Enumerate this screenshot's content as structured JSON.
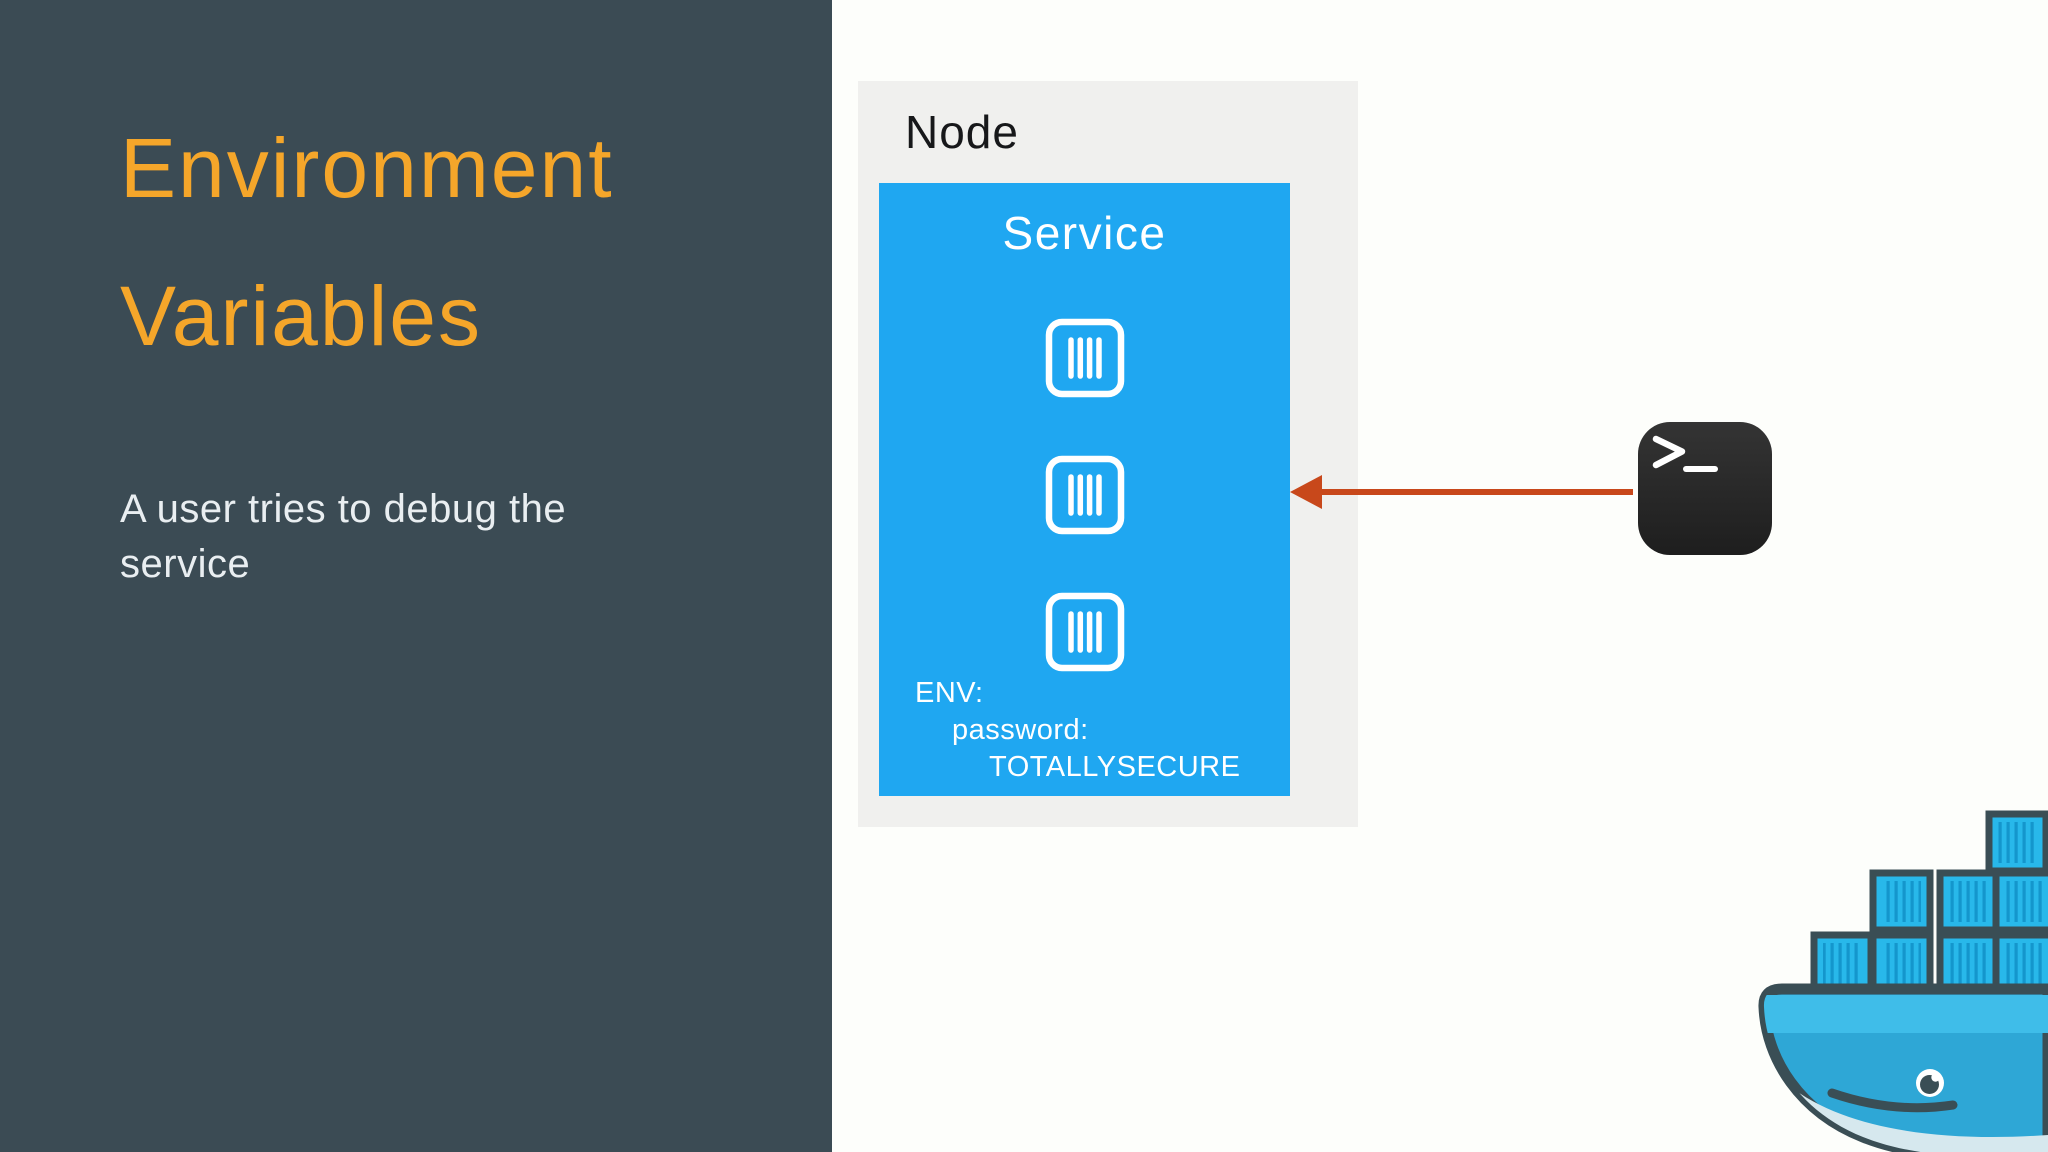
{
  "title": {
    "line1": "Environment",
    "line2": "Variables"
  },
  "subtitle": {
    "text": "A user tries to debug the service"
  },
  "diagram": {
    "node_label": "Node",
    "service_label": "Service",
    "container_count": 3,
    "env": {
      "line1": "ENV:",
      "line2": "password:",
      "line3": "TOTALLYSECURE"
    }
  },
  "icons": {
    "container_icon": "container-icon",
    "terminal_icon": "terminal-prompt-icon",
    "arrow_icon": "left-arrow-icon",
    "docker_logo": "docker-whale-logo"
  },
  "colors": {
    "panel": "#3B4B54",
    "accent": "#F5A62A",
    "subtitle_text": "#E9EEF1",
    "canvas_bg": "#FDFEFB",
    "node_bg": "#F0F0EE",
    "node_text": "#17181A",
    "service_bg": "#1FA7F1",
    "service_text": "#FFFFFF",
    "arrow": "#C8481B",
    "terminal_top": "#343434",
    "terminal_bottom": "#1E1E1E",
    "dk_outline": "#3A4E55",
    "dk_container": "#28B8EA",
    "dk_stripe": "#1496CC",
    "dk_body": "#2EA7D6",
    "dk_band": "#3FBDE9",
    "dk_belly": "#D6E8EE"
  }
}
